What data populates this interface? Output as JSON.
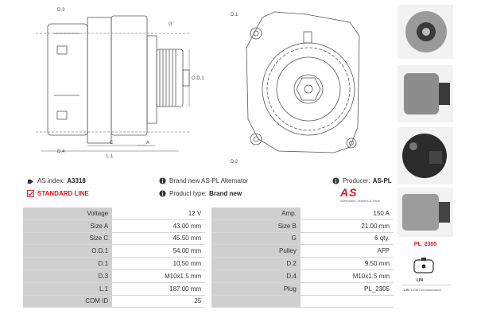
{
  "drawing_labels": {
    "d3": "D.3",
    "g": "G",
    "od1": "O.D.1",
    "d4": "D.4",
    "c": "C",
    "a": "A",
    "l1": "L.1",
    "d1": "D.1",
    "d2": "D.2"
  },
  "info": {
    "as_index_label": "AS index:",
    "as_index_value": "A3318",
    "brand_new_text": "Brand new AS-PL Alternator",
    "producer_label": "Producer:",
    "producer_value": "AS-PL",
    "standard_line": "STANDARD LINE",
    "product_type_label": "Product type:",
    "product_type_value": "Brand new",
    "logo_text": "AS",
    "logo_tagline": "Alternators, Starters & Parts"
  },
  "specs": [
    [
      "Voltage",
      "12 V",
      "Amp.",
      "150 A"
    ],
    [
      "Size A",
      "43.00 mm",
      "Size B",
      "21.00 mm"
    ],
    [
      "Size C",
      "45.50 mm",
      "G",
      "6 qty."
    ],
    [
      "O.D.1",
      "54.00 mm",
      "Pulley",
      "AFP"
    ],
    [
      "D.1",
      "10.50 mm",
      "D.2",
      "9.50 mm"
    ],
    [
      "D.3",
      "M10x1.5 mm",
      "D.4",
      "M10x1.5 mm"
    ],
    [
      "L.1",
      "187.00 mm",
      "Plug",
      "PL_2305"
    ],
    [
      "COM ID",
      "25",
      "",
      ""
    ]
  ],
  "plug": {
    "code": "PL_2305",
    "pin": "LIN",
    "legend_key": "LIN",
    "legend_text": "COM Communication"
  },
  "colors": {
    "accent": "#e3121c",
    "table_key_bg": "#cfcfcf"
  }
}
